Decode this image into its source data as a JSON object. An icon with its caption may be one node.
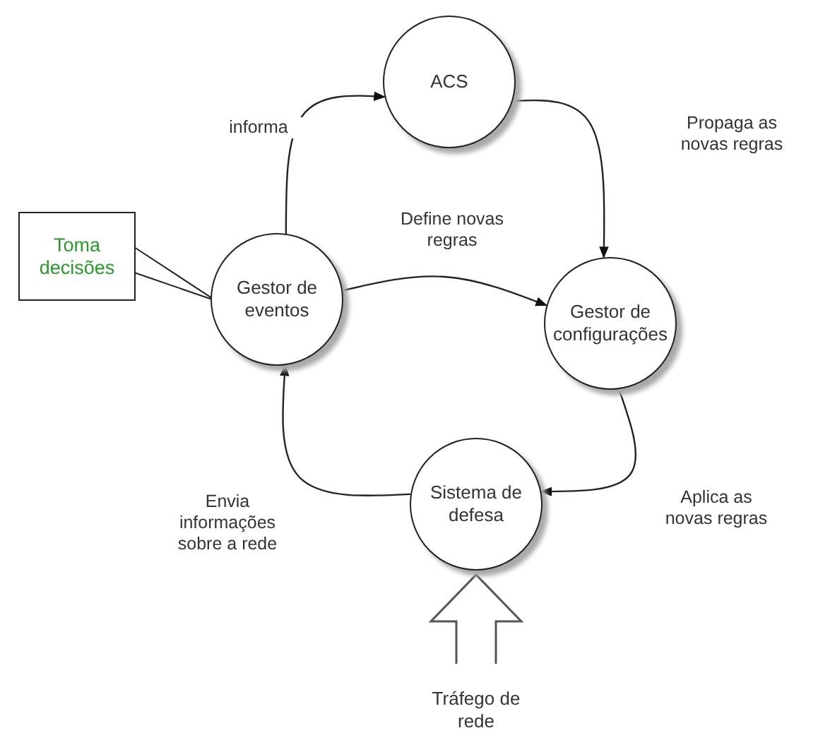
{
  "diagram": {
    "nodes": [
      {
        "text": [
          "ACS"
        ]
      },
      {
        "text": [
          "Toma decisões"
        ]
      },
      {
        "text": [
          "Gestor de eventos"
        ]
      },
      {
        "text": [
          "Gestor de configurações"
        ]
      },
      {
        "text": [
          "Sistema de defesa"
        ]
      },
      {
        "text": [
          "Tráfego de rede"
        ]
      }
    ],
    "edges": [
      {
        "from": 2,
        "to": 0,
        "arrow": "to",
        "label": "informa"
      },
      {
        "from": 0,
        "to": 3,
        "arrow": "to",
        "label": "Propaga as novas regras"
      },
      {
        "from": 2,
        "to": 3,
        "arrow": "to",
        "label": "Define novas regras"
      },
      {
        "from": 3,
        "to": 4,
        "arrow": "to",
        "label": "Aplica as novas regras"
      },
      {
        "from": 4,
        "to": 2,
        "arrow": "to",
        "label": "Envia informações sobre a rede"
      },
      {
        "from": 1,
        "to": 2,
        "arrow": "none"
      },
      {
        "from": 5,
        "to": 4,
        "arrow": "to",
        "style": "thick"
      }
    ]
  }
}
